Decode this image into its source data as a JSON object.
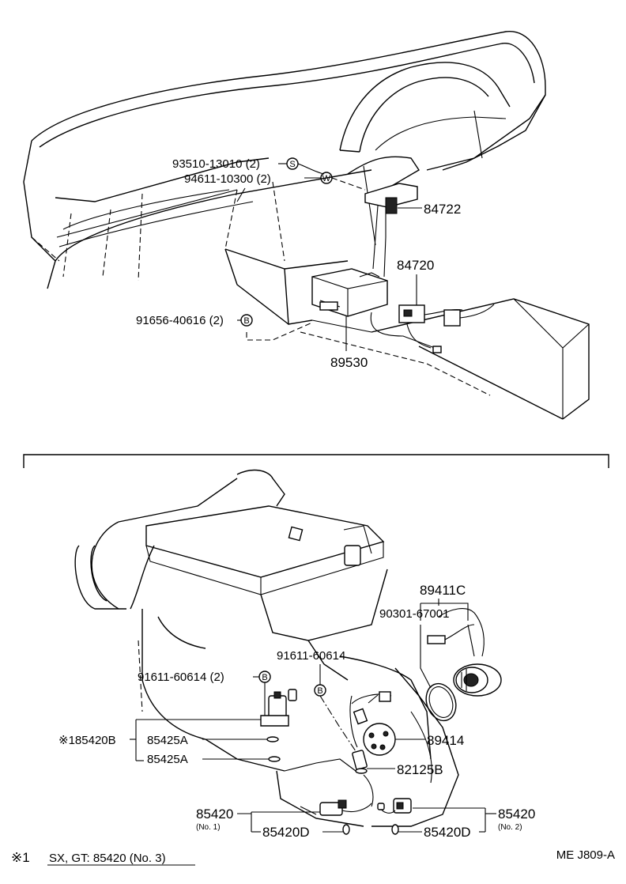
{
  "labels": {
    "p93510": "93510-13010 (2)",
    "p94611": "94611-10300 (2)",
    "p84722": "84722",
    "p84720": "84720",
    "p91656": "91656-40616 (2)",
    "p89530": "89530",
    "p89411c": "89411C",
    "p90301": "90301-67001",
    "p91611_center": "91611-60614",
    "p91611_left": "91611-60614 (2)",
    "p85420b": "※185420B",
    "p85425a_1": "85425A",
    "p85425a_2": "85425A",
    "p89414": "89414",
    "p82125b": "82125B",
    "p85420_left": "85420",
    "p85420_left_no": "(No. 1)",
    "p85420d_left": "85420D",
    "p85420_right": "85420",
    "p85420_right_no": "(No. 2)",
    "p85420d_right": "85420D"
  },
  "circle_marks": {
    "s": "S",
    "w": "W",
    "b1": "B",
    "b2": "B",
    "b3": "B"
  },
  "footnote": {
    "mark": "※1",
    "text": "SX, GT: 85420 (No. 3)"
  },
  "diagram_code": "ME J809-A"
}
